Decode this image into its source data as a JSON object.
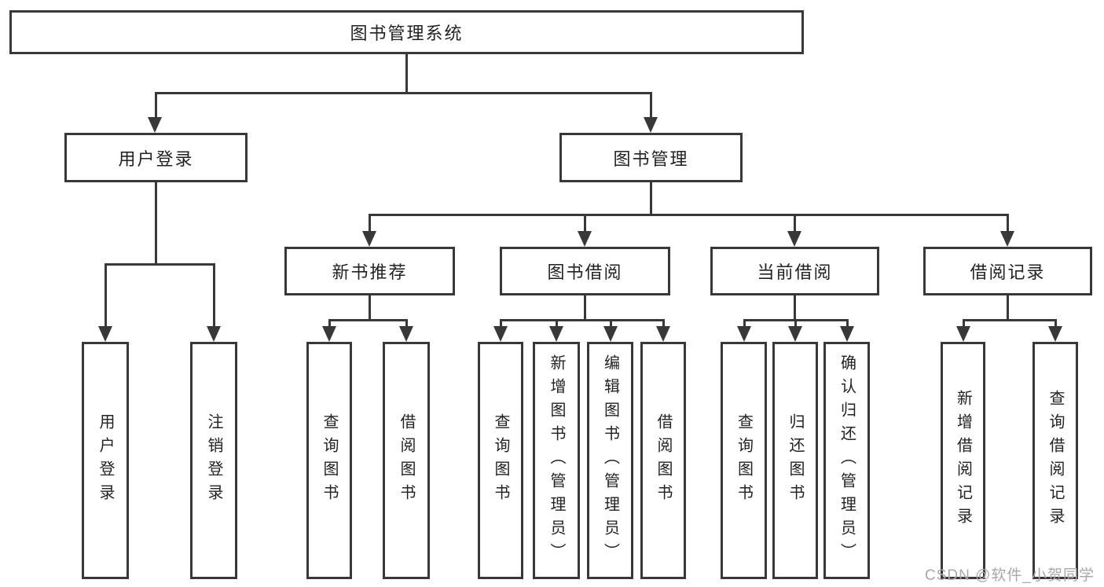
{
  "colors": {
    "line": "#383838",
    "text": "#222222",
    "watermark": "#a8a8a8",
    "background": "#ffffff"
  },
  "diagram": {
    "root": "图书管理系统",
    "branches": [
      {
        "label": "用户登录",
        "children": [
          "用户登录",
          "注销登录"
        ]
      },
      {
        "label": "图书管理",
        "sections": [
          {
            "label": "新书推荐",
            "children": [
              "查询图书",
              "借阅图书"
            ]
          },
          {
            "label": "图书借阅",
            "children": [
              "查询图书",
              "新增图书（管理员）",
              "编辑图书（管理员）",
              "借阅图书"
            ]
          },
          {
            "label": "当前借阅",
            "children": [
              "查询图书",
              "归还图书",
              "确认归还（管理员）"
            ]
          },
          {
            "label": "借阅记录",
            "children": [
              "新增借阅记录",
              "查询借阅记录"
            ]
          }
        ]
      }
    ]
  },
  "watermark": {
    "text": "CSDN @软件_小贺同学"
  }
}
